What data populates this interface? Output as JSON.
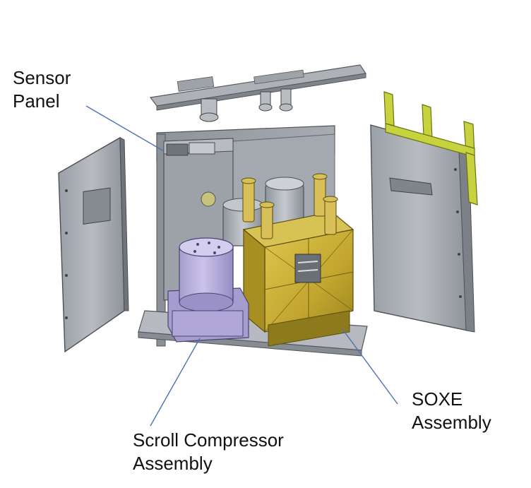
{
  "labels": {
    "sensor_panel": {
      "line1": "Sensor",
      "line2": "Panel"
    },
    "scroll_compressor": {
      "line1": "Scroll Compressor",
      "line2": "Assembly"
    },
    "soxe": {
      "line1": "SOXE",
      "line2": "Assembly"
    }
  },
  "colors": {
    "panel_gray": "#a9adb3",
    "panel_gray_dark": "#7d8289",
    "soxe_gold": "#c9b13a",
    "soxe_gold_dark": "#8e7a1d",
    "compressor_lavender": "#b7addb",
    "compressor_lavender_dark": "#8f86b8",
    "bracket_yellow": "#c5d23b",
    "leader_line": "#4f71b5"
  }
}
